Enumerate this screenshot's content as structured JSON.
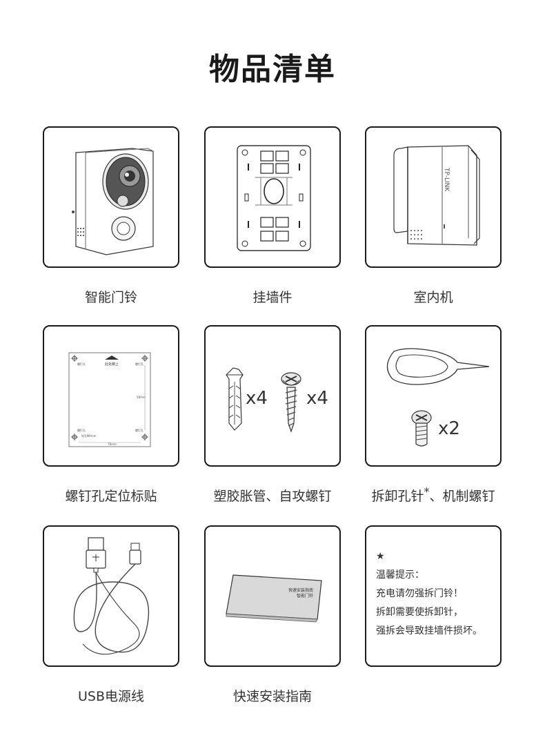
{
  "page": {
    "title": "物品清单"
  },
  "items": [
    {
      "label": "智能门铃",
      "icon": "doorbell-icon"
    },
    {
      "label": "挂墙件",
      "icon": "wall-mount-plate-icon"
    },
    {
      "label": "室内机",
      "icon": "indoor-unit-icon",
      "brand": "TP-LINK"
    },
    {
      "label": "螺钉孔定位标贴",
      "icon": "screw-hole-sticker-icon",
      "sticker_text": [
        "此处朝上",
        "螺钉孔",
        "螺钉孔",
        "螺钉孔",
        "螺钉孔",
        "58mm",
        "78mm",
        "钻孔Φ6mm"
      ]
    },
    {
      "label": "塑胶胀管、自攻螺钉",
      "icon": "anchor-and-screw-icon",
      "qty1": "x4",
      "qty2": "x4"
    },
    {
      "label_main": "拆卸孔针",
      "label_mark": "*",
      "label_rest": "、机制螺钉",
      "icon": "pin-and-screw-icon",
      "qty": "x2"
    },
    {
      "label": "USB电源线",
      "icon": "usb-cable-icon"
    },
    {
      "label": "快速安装指南",
      "icon": "quick-guide-icon",
      "guide_text": [
        "快速安装指南",
        "智能门铃"
      ]
    }
  ],
  "note": {
    "star": "★",
    "lines": [
      "温馨提示：",
      "充电请勿强拆门铃！",
      "拆卸需要使拆卸针，",
      "强拆会导致挂墙件损坏。"
    ]
  }
}
